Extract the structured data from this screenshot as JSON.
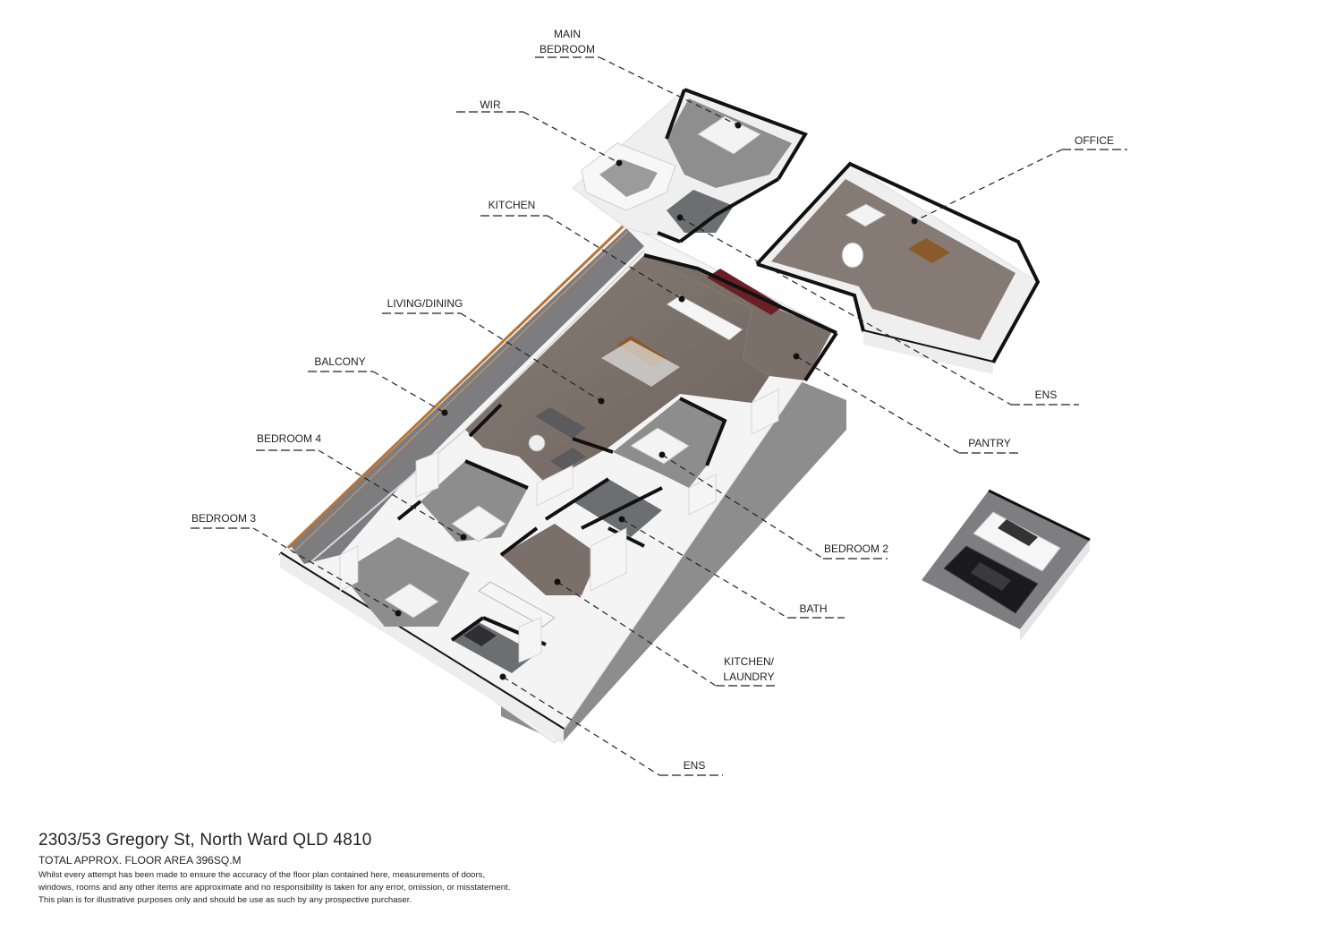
{
  "rooms": {
    "main_bedroom_1": "MAIN",
    "main_bedroom_2": "BEDROOM",
    "wir": "WIR",
    "kitchen": "KITCHEN",
    "office": "OFFICE",
    "living_dining": "LIVING/DINING",
    "balcony": "BALCONY",
    "bedroom4": "BEDROOM 4",
    "bedroom3": "BEDROOM 3",
    "ens_upper": "ENS",
    "pantry": "PANTRY",
    "bedroom2": "BEDROOM 2",
    "bath": "BATH",
    "kitchen_laundry_1": "KITCHEN/",
    "kitchen_laundry_2": "LAUNDRY",
    "ens_lower": "ENS"
  },
  "footer": {
    "address": "2303/53 Gregory St, North Ward QLD 4810",
    "area": "TOTAL APPROX. FLOOR AREA 396SQ.M",
    "disclaimer_1": "Whilst every attempt has been made to ensure the accuracy of the floor plan contained here, measurements of doors,",
    "disclaimer_2": "windows, rooms and any other items are approximate and no responsibility is taken for any error, omission, or misstatement.",
    "disclaimer_3": "This plan is for illustrative purposes only and should be use as such by any prospective purchaser."
  },
  "colors": {
    "floor_wood": "#7b716a",
    "floor_carpet": "#8f8f8f",
    "floor_tile": "#6f6f72",
    "wall_top": "#111111",
    "wall_side": "#f2f2f2",
    "slab": "#8a8a8a",
    "balustrade": "#b87333"
  }
}
